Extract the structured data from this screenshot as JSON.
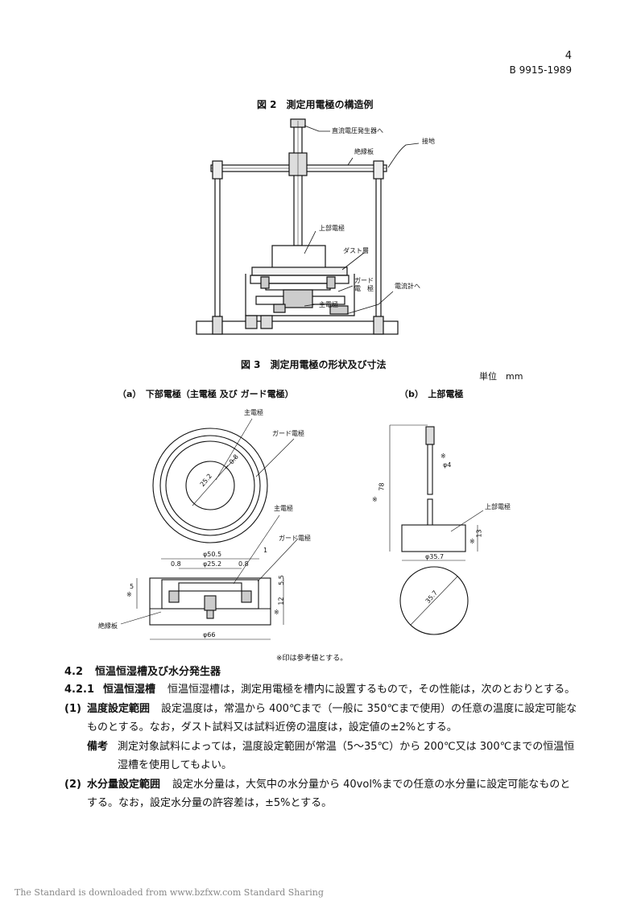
{
  "header": {
    "page_number": "4",
    "standard_number": "B 9915-1989"
  },
  "figure2": {
    "title": "図 2　測定用電極の構造例",
    "labels": {
      "dc": "直流電圧発生器へ",
      "ground": "接地",
      "insulator": "絶縁板",
      "upper": "上部電極",
      "dust": "ダスト層",
      "guard": "ガード\n電　極",
      "ammeter": "電流計へ",
      "main": "主電極"
    }
  },
  "figure3": {
    "title": "図 3　測定用電極の形状及び寸法",
    "unit": "単位　mm",
    "sub_a": "（a）　下部電極（主電極 及び ガード電極）",
    "sub_b": "（b）　上部電極",
    "a_labels": {
      "main_top": "主電極",
      "guard_top": "ガード電極",
      "d252": "25.2",
      "d08": "0.8",
      "main_mid": "主電極",
      "guard_mid": "ガード電極",
      "one": "1",
      "phi505": "φ50.5",
      "phi252": "φ25.2",
      "w08a": "0.8",
      "w08b": "0.8",
      "five": "5",
      "five5": "5.5",
      "star5": "※",
      "star12": "※",
      "twelve": "12",
      "insul": "絶縁板",
      "phi66": "φ66"
    },
    "b_labels": {
      "star78": "※",
      "seventy8": "78",
      "starphi4": "※",
      "phi4": "φ4",
      "upper": "上部電極",
      "star13": "※",
      "thirteen": "13",
      "phi357": "φ35.7",
      "d357": "35.7"
    },
    "note": "※印は参考値とする。"
  },
  "section": {
    "heading_num": "4.2",
    "heading_text": "恒温恒湿槽及び水分発生器",
    "p1_num": "4.2.1",
    "p1_title": "恒温恒湿槽",
    "p1_text": "恒温恒湿槽は，測定用電極を槽内に設置するもので，その性能は，次のとおりとする。",
    "i1_num": "(1)",
    "i1_title": "温度設定範囲",
    "i1_text1": "設定温度は，常温から 400℃まで（一般に 350℃まで使用）の任意の温度に設定可能な",
    "i1_text2": "ものとする。なお，ダスト試料又は試料近傍の温度は，設定値の±2%とする。",
    "r_title": "備考",
    "r_text1": "測定対象試料によっては，温度設定範囲が常温（5～35℃）から 200℃又は 300℃までの恒温恒",
    "r_text2": "湿槽を使用してもよい。",
    "i2_num": "(2)",
    "i2_title": "水分量設定範囲",
    "i2_text1": "設定水分量は，大気中の水分量から 40vol%までの任意の水分量に設定可能なものと",
    "i2_text2": "する。なお，設定水分量の許容差は，±5%とする。"
  },
  "footer": "The Standard is downloaded from www.bzfxw.com Standard Sharing"
}
